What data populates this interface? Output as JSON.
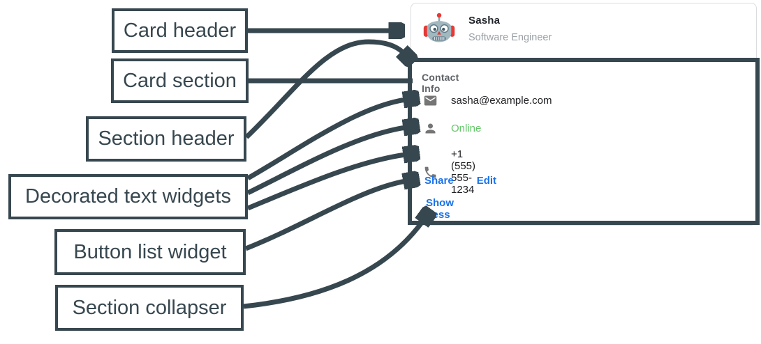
{
  "annotation": {
    "arrow_color": "#37474f",
    "labels": [
      {
        "text": "Card header"
      },
      {
        "text": "Card section"
      },
      {
        "text": "Section header"
      },
      {
        "text": "Decorated text widgets"
      },
      {
        "text": "Button list widget"
      },
      {
        "text": "Section collapser"
      }
    ]
  },
  "card": {
    "border_color": "#dadce0",
    "header": {
      "avatar_icon": "robot-avatar",
      "name": "Sasha",
      "subtitle": "Software Engineer"
    },
    "section": {
      "title": "Contact Info",
      "rows": [
        {
          "icon": "email-icon",
          "text": "sasha@example.com",
          "color": "#202124"
        },
        {
          "icon": "person-icon",
          "text": "Online",
          "color": "#63c768"
        },
        {
          "icon": "phone-icon",
          "text": "+1 (555) 555-1234",
          "color": "#202124"
        }
      ],
      "buttons": [
        {
          "label": "Share"
        },
        {
          "label": "Edit"
        }
      ],
      "collapser_label": "Show less",
      "link_color": "#1a73e8"
    }
  }
}
